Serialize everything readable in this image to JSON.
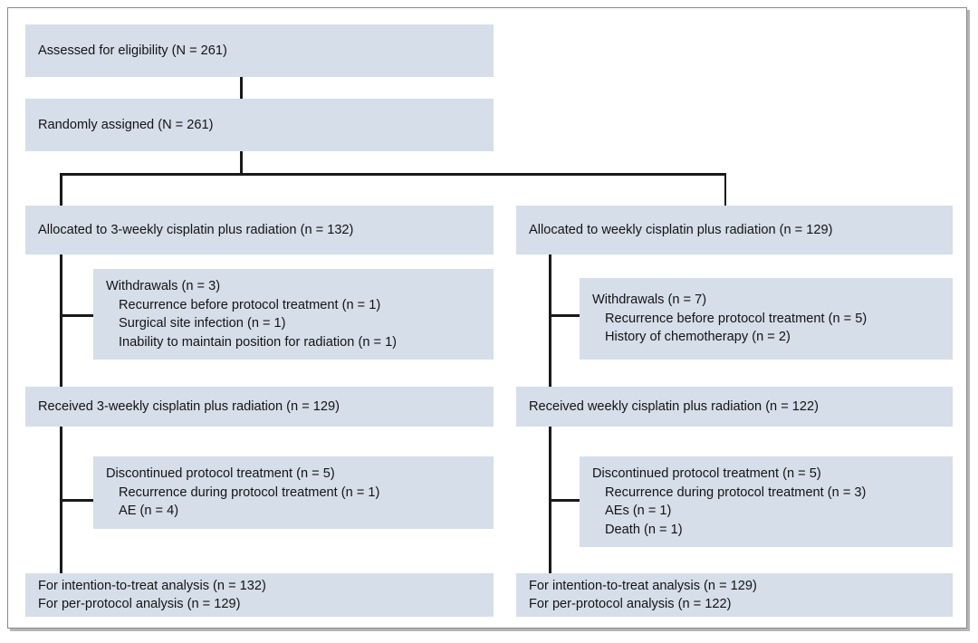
{
  "figure": {
    "type": "consort-flow-diagram",
    "nodes": {
      "assessed": {
        "line1": "Assessed for eligibility (N = 261)"
      },
      "randomized": {
        "line1": "Randomly assigned (N = 261)"
      },
      "alloc_left": {
        "line1": "Allocated to 3-weekly cisplatin plus radiation (n = 132)"
      },
      "alloc_right": {
        "line1": "Allocated to weekly cisplatin plus radiation (n = 129)"
      },
      "withdrawals_left": {
        "line1": "Withdrawals (n = 3)",
        "line2": "Recurrence before protocol treatment (n = 1)",
        "line3": "Surgical site infection (n = 1)",
        "line4": "Inability to maintain position for radiation (n = 1)"
      },
      "withdrawals_right": {
        "line1": "Withdrawals (n = 7)",
        "line2": "Recurrence before protocol treatment (n = 5)",
        "line3": "History of chemotherapy (n = 2)"
      },
      "received_left": {
        "line1": "Received 3-weekly cisplatin plus radiation (n = 129)"
      },
      "received_right": {
        "line1": "Received weekly cisplatin plus radiation (n = 122)"
      },
      "discontinued_left": {
        "line1": "Discontinued protocol treatment (n = 5)",
        "line2": "Recurrence during protocol treatment (n = 1)",
        "line3": "AE (n = 4)"
      },
      "discontinued_right": {
        "line1": "Discontinued protocol treatment (n = 5)",
        "line2": "Recurrence during protocol treatment (n = 3)",
        "line3": "AEs (n = 1)",
        "line4": "Death (n = 1)"
      },
      "analysis_left": {
        "line1": "For intention-to-treat analysis (n = 132)",
        "line2": "For per-protocol analysis (n = 129)"
      },
      "analysis_right": {
        "line1": "For intention-to-treat analysis (n = 129)",
        "line2": "For per-protocol analysis (n = 122)"
      }
    },
    "colors": {
      "box_fill": "#d5dee9",
      "connector": "#1a1a1a",
      "frame_border": "#8a8a8a",
      "text": "#141414",
      "background": "#ffffff"
    }
  }
}
